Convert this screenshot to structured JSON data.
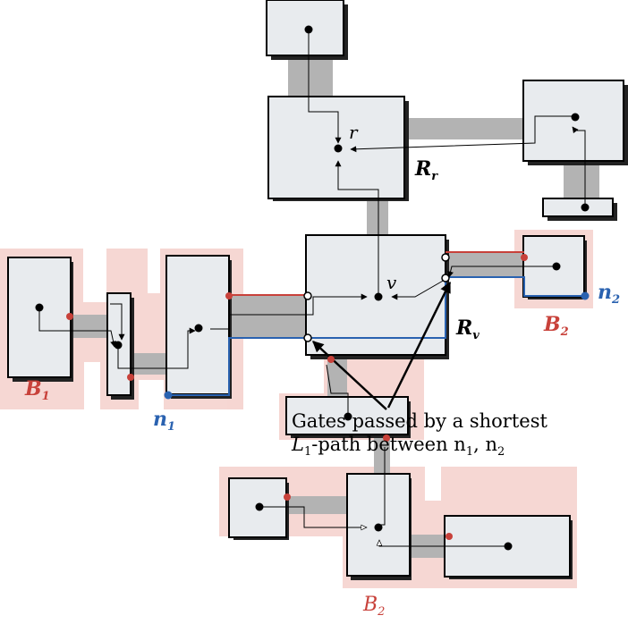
{
  "labels": {
    "r": "r",
    "v": "v",
    "R_r": "R",
    "R_r_sub": "r",
    "R_v": "R",
    "R_v_sub": "v",
    "B1": "B",
    "B1_sub": "1",
    "B2_top": "B",
    "B2_top_sub": "2",
    "B2_bottom": "B",
    "B2_bottom_sub": "2",
    "n1": "n",
    "n1_sub": "1",
    "n2": "n",
    "n2_sub": "2",
    "caption_line1": "Gates passed by a shortest",
    "caption_line2_a": "L",
    "caption_line2_sub1": "1",
    "caption_line2_b": "-path between n",
    "caption_line2_sub2": "1",
    "caption_line2_c": ", n",
    "caption_line2_sub3": "2"
  },
  "colors": {
    "room_fill": "#e8ebee",
    "corridor_fill": "#b3b3b3",
    "shadow": "#222222",
    "highlight": "#f3c9c4",
    "red": "#c8413a",
    "blue": "#2a62b0",
    "text_red": "#c8413a",
    "text_blue": "#2a62b0"
  }
}
